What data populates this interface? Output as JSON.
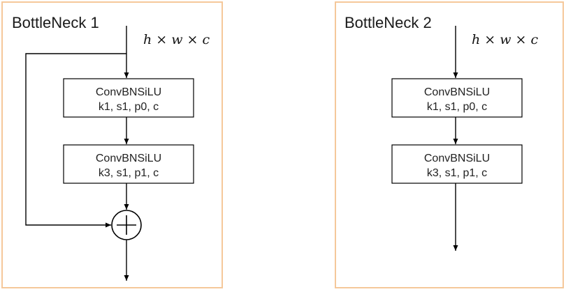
{
  "colors": {
    "panel_border": "#F5C89A",
    "stroke": "#000000",
    "block_fill": "#FFFFFF"
  },
  "panels": [
    {
      "title": "BottleNeck 1",
      "input_dims": "h × w × c",
      "residual": true,
      "blocks": [
        {
          "name": "ConvBNSiLU",
          "params": "k1, s1, p0, c"
        },
        {
          "name": "ConvBNSiLU",
          "params": "k3, s1, p1, c"
        }
      ],
      "add_icon": "circled-plus-icon"
    },
    {
      "title": "BottleNeck 2",
      "input_dims": "h × w × c",
      "residual": false,
      "blocks": [
        {
          "name": "ConvBNSiLU",
          "params": "k1, s1, p0, c"
        },
        {
          "name": "ConvBNSiLU",
          "params": "k3, s1, p1, c"
        }
      ]
    }
  ]
}
